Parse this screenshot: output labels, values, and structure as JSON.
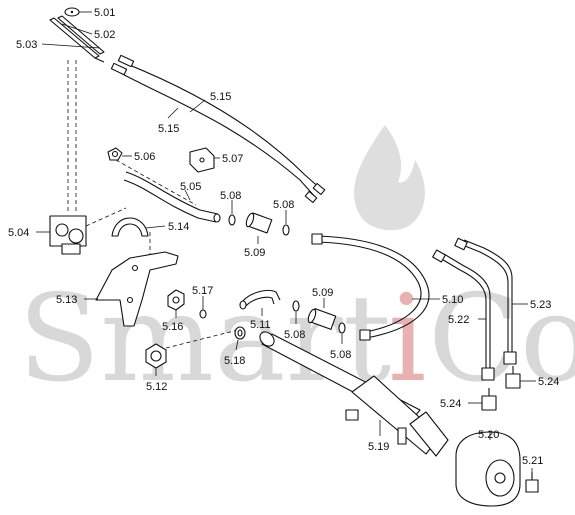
{
  "watermark": {
    "text_grey_1": "Smart",
    "text_red": "i",
    "text_grey_2": "Co"
  },
  "colors": {
    "watermark_grey": "#d8d8d8",
    "watermark_red": "#e8b2b2",
    "line": "#111111"
  },
  "labels": {
    "p501": "5.01",
    "p502": "5.02",
    "p503": "5.03",
    "p504": "5.04",
    "p505": "5.05",
    "p506": "5.06",
    "p507": "5.07",
    "p508a": "5.08",
    "p508b": "5.08",
    "p508c": "5.08",
    "p508d": "5.08",
    "p509a": "5.09",
    "p509b": "5.09",
    "p510": "5.10",
    "p511": "5.11",
    "p512": "5.12",
    "p513": "5.13",
    "p514": "5.14",
    "p515a": "5.15",
    "p515b": "5.15",
    "p516": "5.16",
    "p517": "5.17",
    "p518": "5.18",
    "p519": "5.19",
    "p520": "5.20",
    "p521": "5.21",
    "p522": "5.22",
    "p523": "5.23",
    "p524a": "5.24",
    "p524b": "5.24"
  }
}
